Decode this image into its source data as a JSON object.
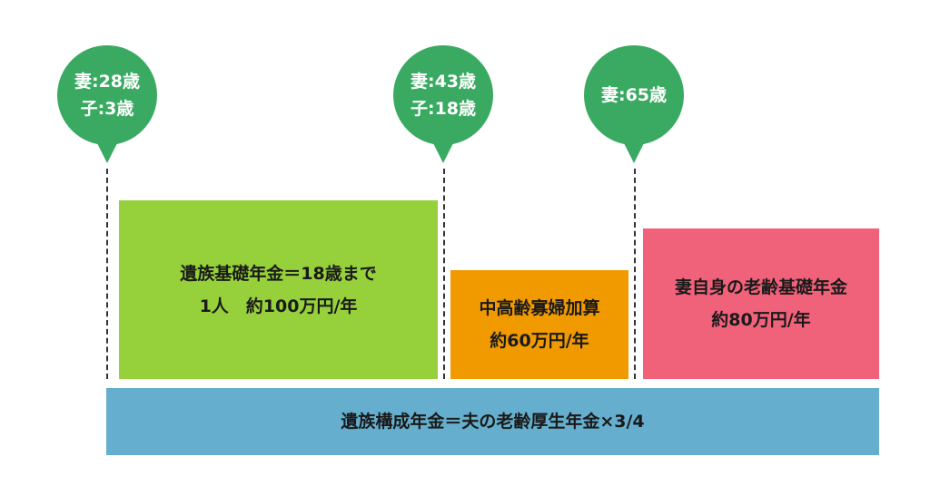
{
  "markers": [
    {
      "lines": [
        "妻:28歳",
        "子:3歳"
      ]
    },
    {
      "lines": [
        "妻:43歳",
        "子:18歳"
      ]
    },
    {
      "lines": [
        "妻:65歳"
      ]
    }
  ],
  "blocks": {
    "basic_pension": {
      "lines": [
        "遺族基礎年金＝18歳まで",
        "1人　約100万円/年"
      ]
    },
    "middle_aged_addition": {
      "lines": [
        "中高齢寡婦加算",
        "約60万円/年"
      ]
    },
    "own_pension": {
      "lines": [
        "妻自身の老齢基礎年金",
        "約80万円/年"
      ]
    },
    "employees_pension": {
      "lines": [
        "遺族構成年金＝夫の老齢厚生年金×3/4"
      ]
    }
  },
  "colors": {
    "marker": "#3aaa62",
    "basic_pension": "#96d03a",
    "middle_aged_addition": "#f09a00",
    "own_pension": "#f0627a",
    "employees_pension": "#65aecd"
  }
}
